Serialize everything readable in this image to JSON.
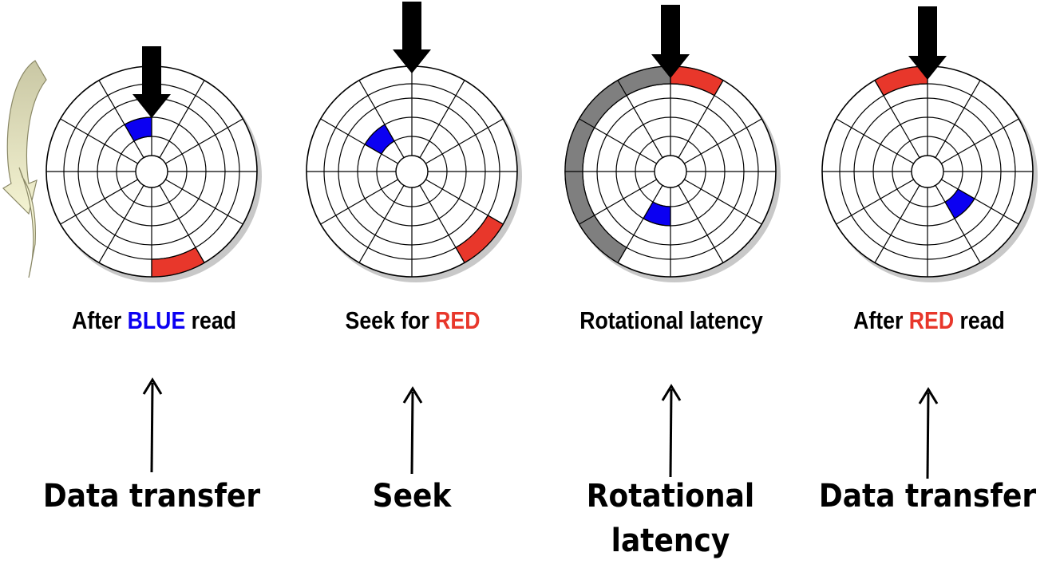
{
  "colors": {
    "blue": "#0b00f2",
    "red": "#e8372b",
    "gray": "#7f7f7f",
    "rotation_arrow_top": "#c9c7a4",
    "rotation_arrow_bottom": "#f4f3d2"
  },
  "panels": [
    {
      "caption_pre": "After ",
      "caption_highlight": "BLUE",
      "caption_highlight_color": "blue",
      "caption_post": " read",
      "phase_lines": [
        "Data transfer"
      ]
    },
    {
      "caption_pre": "Seek for ",
      "caption_highlight": "RED",
      "caption_highlight_color": "red",
      "caption_post": "",
      "phase_lines": [
        "Seek"
      ]
    },
    {
      "caption_pre": "Rotational latency",
      "caption_highlight": "",
      "caption_highlight_color": "red",
      "caption_post": "",
      "phase_lines": [
        "Rotational",
        "latency"
      ]
    },
    {
      "caption_pre": "After ",
      "caption_highlight": "RED",
      "caption_highlight_color": "red",
      "caption_post": " read",
      "phase_lines": [
        "Data transfer"
      ]
    }
  ]
}
